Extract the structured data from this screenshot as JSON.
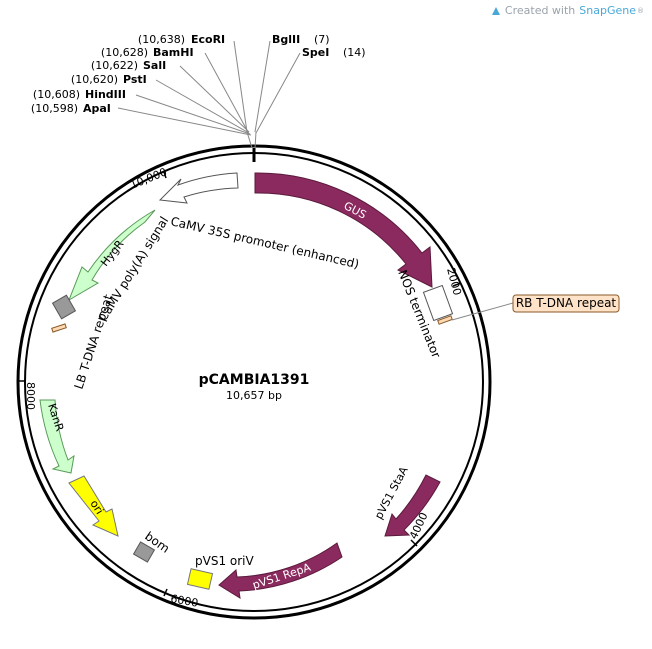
{
  "watermark": {
    "prefix": "Created with",
    "brand": "SnapGene",
    "mark": "®"
  },
  "plasmid": {
    "name": "pCAMBIA1391",
    "size": "10,657 bp"
  },
  "colors": {
    "gus": "#8b2a5e",
    "hygr": "#ccffcc",
    "kanr": "#ccffcc",
    "ori": "#ffff00",
    "promoter": "#ffffff",
    "terminator": "#ffffff",
    "tdna": "#ffd9b3",
    "misc": "#999999",
    "repa": "#8b2a5e",
    "staa": "#8b2a5e",
    "oriv": "#ffff00"
  },
  "ticks": [
    "10,000",
    "2000",
    "4000",
    "6000",
    "8000"
  ],
  "sites": [
    {
      "pos": "(10,638)",
      "name": "EcoRI"
    },
    {
      "pos": "(10,628)",
      "name": "BamHI"
    },
    {
      "pos": "(10,622)",
      "name": "SalI"
    },
    {
      "pos": "(10,620)",
      "name": "PstI"
    },
    {
      "pos": "(10,608)",
      "name": "HindIII"
    },
    {
      "pos": "(10,598)",
      "name": "ApaI"
    },
    {
      "pos": "(7)",
      "name": "BglII"
    },
    {
      "pos": "(14)",
      "name": "SpeI"
    }
  ],
  "features": {
    "gus": "GUS",
    "promoter": "CaMV 35S promoter (enhanced)",
    "hygr": "HygR",
    "polya": "CaMV poly(A) signal",
    "lb": "LB T-DNA repeat",
    "nos": "NOS terminator",
    "rb": "RB T-DNA repeat",
    "kanr": "KanR",
    "ori": "ori",
    "bom": "bom",
    "oriv": "pVS1 oriV",
    "repa": "pVS1 RepA",
    "staa": "pVS1 StaA"
  }
}
